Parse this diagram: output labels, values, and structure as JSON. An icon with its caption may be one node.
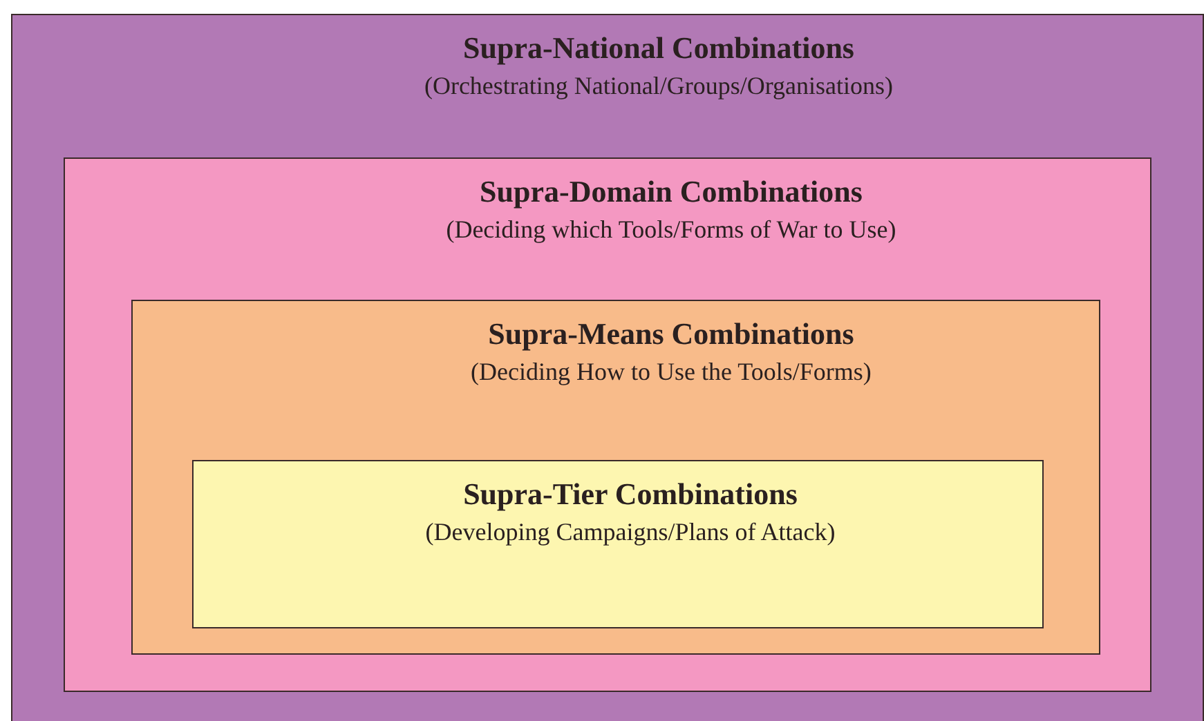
{
  "diagram": {
    "nodes": [
      {
        "text": [
          "Supra-National Combinations",
          "(Orchestrating National/Groups/Organisations)"
        ]
      },
      {
        "text": [
          "Supra-Domain Combinations",
          "(Deciding which Tools/Forms of War to Use)"
        ],
        "in": 0
      },
      {
        "text": [
          "Supra-Means Combinations",
          "(Deciding How to Use the Tools/Forms)"
        ],
        "in": 1
      },
      {
        "text": [
          "Supra-Tier Combinations",
          "(Developing Campaigns/Plans of Attack)"
        ],
        "in": 2
      }
    ]
  }
}
